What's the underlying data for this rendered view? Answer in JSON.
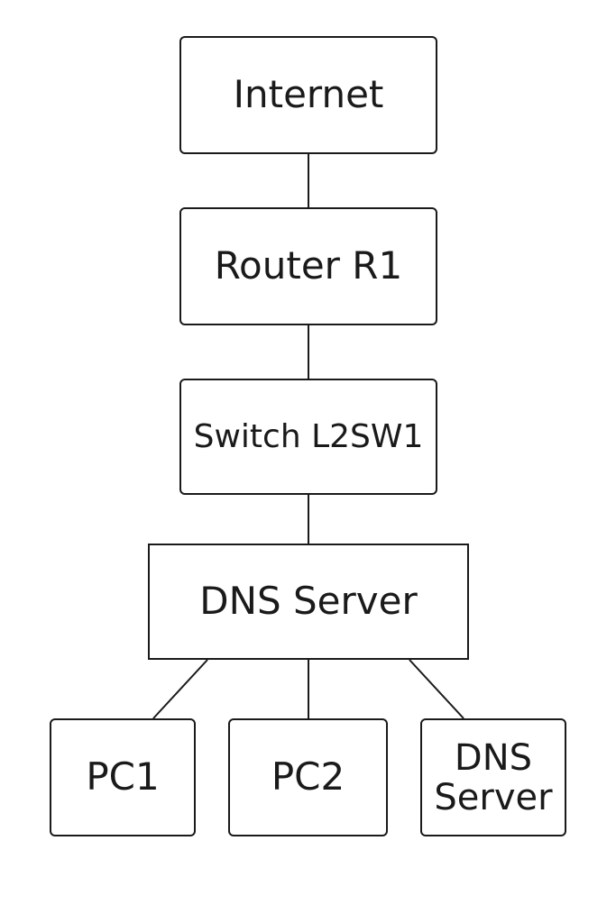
{
  "nodes": {
    "internet": "Internet",
    "router": "Router R1",
    "switch": "Switch L2SW1",
    "dns_server": "DNS Server",
    "pc1": "PC1",
    "pc2": "PC2",
    "dns_server_2": {
      "line1": "DNS",
      "line2": "Server"
    }
  },
  "edges": [
    [
      "internet",
      "router"
    ],
    [
      "router",
      "switch"
    ],
    [
      "switch",
      "dns_server"
    ],
    [
      "dns_server",
      "pc1"
    ],
    [
      "dns_server",
      "pc2"
    ],
    [
      "dns_server",
      "dns_server_2"
    ]
  ],
  "colors": {
    "stroke": "#1a1a1a",
    "background": "#ffffff"
  }
}
